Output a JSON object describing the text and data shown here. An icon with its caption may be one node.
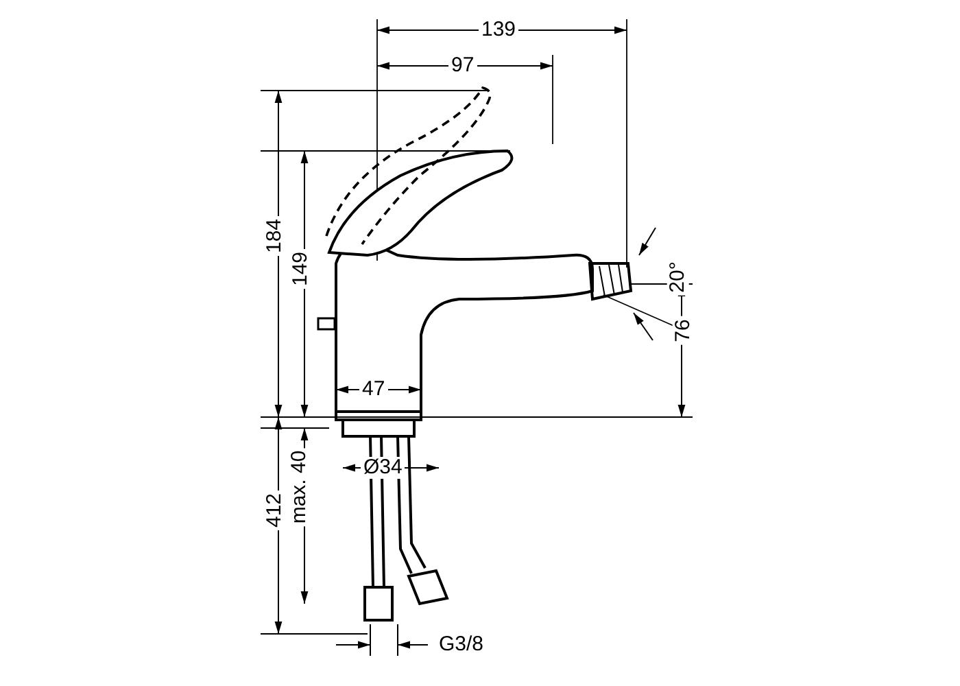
{
  "diagram": {
    "labels": [
      "139",
      "97",
      "184",
      "149",
      "20°",
      "76",
      "47",
      "Ø34",
      "412",
      "max. 40",
      "G3/8"
    ]
  }
}
